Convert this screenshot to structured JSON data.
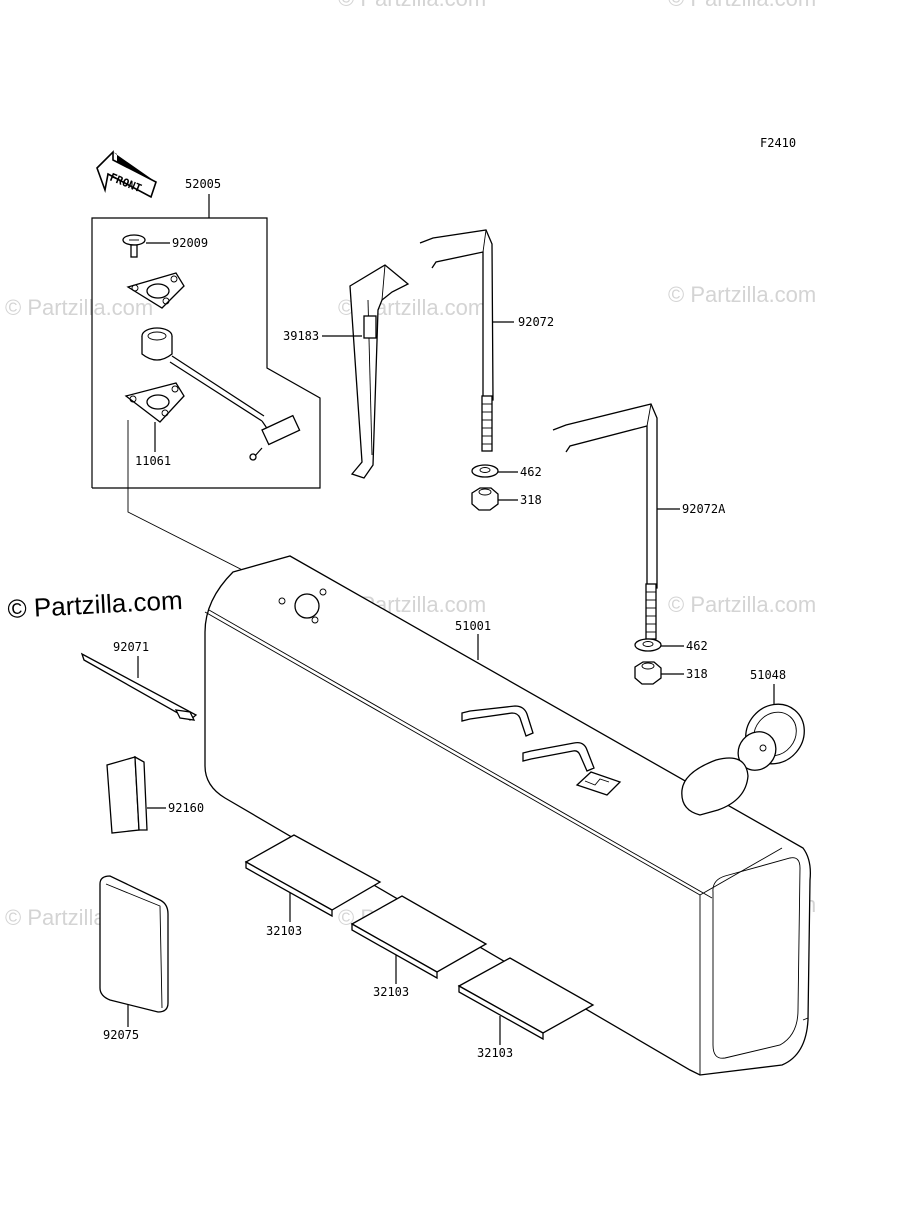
{
  "figure_code": "F2410",
  "front_arrow_text": "FRONT",
  "watermark": "© Partzilla.com",
  "watermark_main": "© Partzilla.com",
  "part_labels": {
    "p52005": "52005",
    "p92009": "92009",
    "p11061": "11061",
    "p39183": "39183",
    "p92072": "92072",
    "p462_a": "462",
    "p318_a": "318",
    "p92072A": "92072A",
    "p462_b": "462",
    "p318_b": "318",
    "p51001": "51001",
    "p92071": "92071",
    "p51048": "51048",
    "p92160": "92160",
    "p32103_a": "32103",
    "p32103_b": "32103",
    "p32103_c": "32103",
    "p92075": "92075"
  }
}
